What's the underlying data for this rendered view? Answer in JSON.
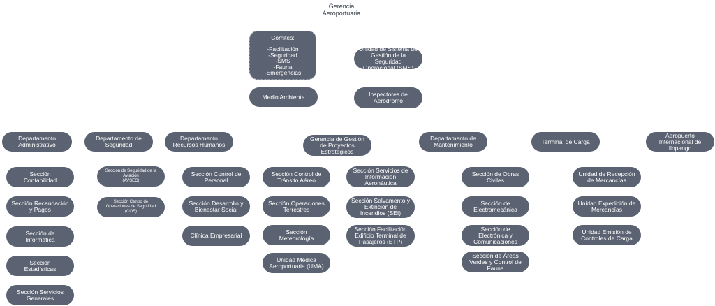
{
  "root": "Gerencia\nAeroportuaria",
  "comites": {
    "title": "Comités:",
    "items": [
      "-Facilitación",
      "-Seguridad",
      "-SMS",
      "-Fauna",
      "-Emergencias"
    ]
  },
  "staff": {
    "sms_unit": "Unidad de Sistema de\nGestión de la Seguridad\nOperacional (SMS)",
    "medio_ambiente": "Medio Ambiente",
    "inspectores": "Inspectores de\nAeródromo"
  },
  "departments": {
    "administrativo": {
      "label": "Departamento\nAdministrativo",
      "sections": [
        "Sección\nContabilidad",
        "Sección Recaudación\ny Pagos",
        "Sección de\nInformática",
        "Sección\nEstadísticas",
        "Sección Servicios\nGenerales"
      ]
    },
    "seguridad": {
      "label": "Departamento de\nSeguridad",
      "sections": [
        "Sección de Seguridad de la\nAviación\n(AVSEC)",
        "Sección Centro de\nOperaciones de Seguridad\n(COS)"
      ]
    },
    "rrhh": {
      "label": "Departamento\nRecursos Humanos",
      "sections": [
        "Sección Control de\nPersonal",
        "Sección Desarrollo y\nBienestar Social",
        "Clínica Empresarial"
      ]
    },
    "proyectos": {
      "label": "Gerencia de Gestión\nde Proyectos\nEstratégicos",
      "sections_left": [
        "Sección Control de\nTránsito Aéreo",
        "Sección Operaciones\nTerrestres",
        "Sección\nMeteorología",
        "Unidad Médica\nAeroportuaria (UMA)"
      ],
      "sections_right": [
        "Sección Servicios de\nInformación\nAeronáutica",
        "Sección Salvamento y\nExtinción de\nIncendios (SEI)",
        "Sección Facilitación\nEdificio Terminal de\nPasajeros (ETP)"
      ]
    },
    "mantenimiento": {
      "label": "Departamento de\nMantenimiento",
      "sections": [
        "Sección de Obras\nCiviles",
        "Sección de\nElectromecánica",
        "Sección de\nElectrónica y\nComunicaciones",
        "Sección de Áreas\nVerdes y Control de\nFauna"
      ]
    },
    "carga": {
      "label": "Terminal de Carga",
      "sections": [
        "Unidad de Recepción\nde Mercancías",
        "Unidad Expedición de\nMercancías",
        "Unidad Emisión de\nControles de Carga"
      ]
    },
    "ilopango": {
      "label": "Aeropuerto\nInternacional de\nIlopango"
    }
  }
}
